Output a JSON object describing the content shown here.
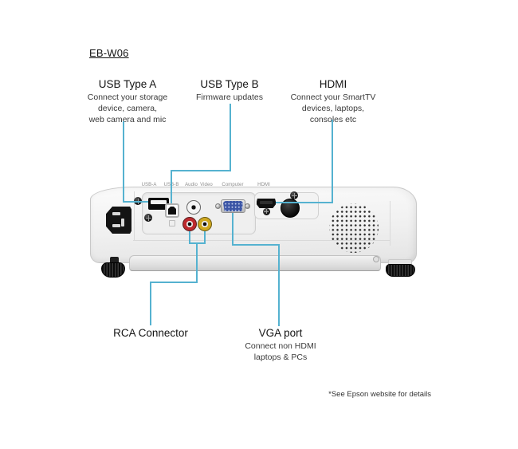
{
  "title": "EB-W06",
  "callouts": [
    {
      "id": "usb-type-a",
      "heading": "USB Type A",
      "lines": [
        "Connect your storage",
        "device, camera,",
        "web camera and mic"
      ]
    },
    {
      "id": "usb-type-b",
      "heading": "USB Type B",
      "lines": [
        "Firmware updates"
      ]
    },
    {
      "id": "hdmi",
      "heading": "HDMI",
      "lines": [
        "Connect your SmartTV",
        "devices, laptops,",
        "consoles etc"
      ]
    },
    {
      "id": "rca-connector",
      "heading": "RCA Connector",
      "lines": []
    },
    {
      "id": "vga-port",
      "heading": "VGA port",
      "lines": [
        "Connect non HDMI",
        "laptops & PCs"
      ]
    }
  ],
  "projector": {
    "port_labels": [
      "USB-A",
      "USB-B",
      "Audio",
      "Video",
      "Computer",
      "HDMI"
    ]
  },
  "footnote": "*See Epson website for details",
  "colors": {
    "callout_line": "#55b2d0",
    "body": "#f0f0f0",
    "vga_blue": "#3b55a5",
    "rca_red": "#bd2a2e",
    "rca_yellow": "#cfa820"
  }
}
